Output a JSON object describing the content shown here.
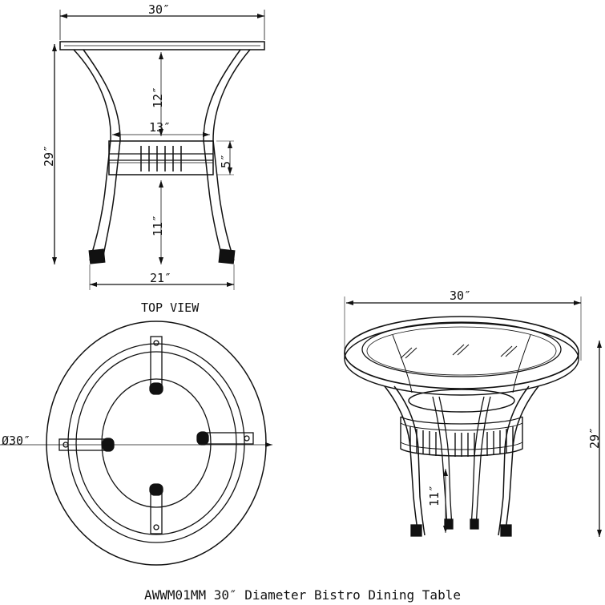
{
  "diagram": {
    "title": "AWWM01MM 30″ Diameter Bistro Dining Table",
    "front_view": {
      "dimensions": {
        "top_width": "30″",
        "overall_height": "29″",
        "upper_leg_height": "12″",
        "band_width": "13″",
        "band_height": "5″",
        "lower_leg_height": "11″",
        "base_width": "21″"
      }
    },
    "top_view": {
      "heading": "TOP VIEW",
      "dimensions": {
        "diameter": "Ø30″"
      }
    },
    "perspective_view": {
      "dimensions": {
        "top_width": "30″",
        "overall_height": "29″",
        "lower_leg_height": "11″"
      }
    },
    "colors": {
      "line": "#111111",
      "background": "#ffffff"
    }
  }
}
